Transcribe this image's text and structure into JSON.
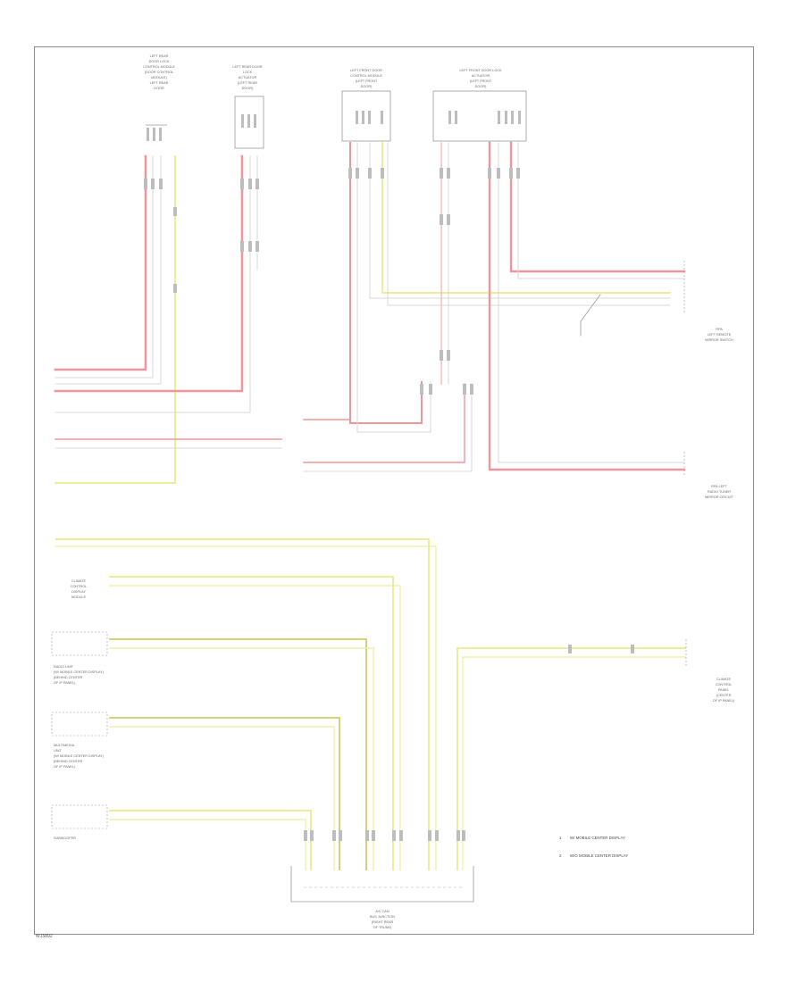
{
  "colors": {
    "red": "#f0959a",
    "red_light": "#f6b9bd",
    "yellow": "#eeee9a",
    "yellow_dark": "#d6d27a",
    "grey": "#cfcfcf",
    "frame": "#8c8c8c",
    "text": "#4a4a4a"
  },
  "footer_code": "W15892",
  "legend": [
    {
      "marker": "1",
      "text": "W/ MOBILE CENTER DISPLAY"
    },
    {
      "marker": "2",
      "text": "W/O MOBILE CENTER DISPLAY"
    }
  ]
}
